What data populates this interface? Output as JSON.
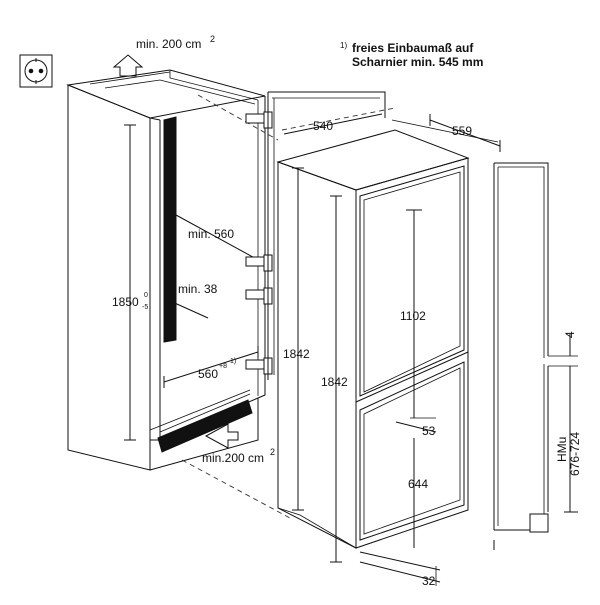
{
  "labels": {
    "top_vent": "min. 200 cm",
    "top_vent_sup": "2",
    "bottom_vent": "min.200 cm",
    "bottom_vent_sup": "2",
    "footnote_marker": "1)",
    "footnote_line1": "freies Einbaumaß auf",
    "footnote_line2": "Scharnier min. 545 mm",
    "depth_540": "540",
    "depth_559": "559",
    "min_560": "min. 560",
    "min_38": "min. 38",
    "height_1850": "1850",
    "height_1850_sup": "0",
    "height_1850_sub": "-5",
    "width_560": "560",
    "width_560_sup": "+8",
    "width_560_note": "1)",
    "height_1842_left": "1842",
    "height_1842_right": "1842",
    "height_1102": "1102",
    "dim_53": "53",
    "dim_644": "644",
    "dim_32": "32",
    "dim_4": "4",
    "hmu_line1": "HMu",
    "hmu_line2": "676-724"
  },
  "icons": {
    "socket": "power-socket-icon",
    "arrow_up": "airflow-up-arrow-icon",
    "arrow_in": "airflow-in-arrow-icon"
  }
}
